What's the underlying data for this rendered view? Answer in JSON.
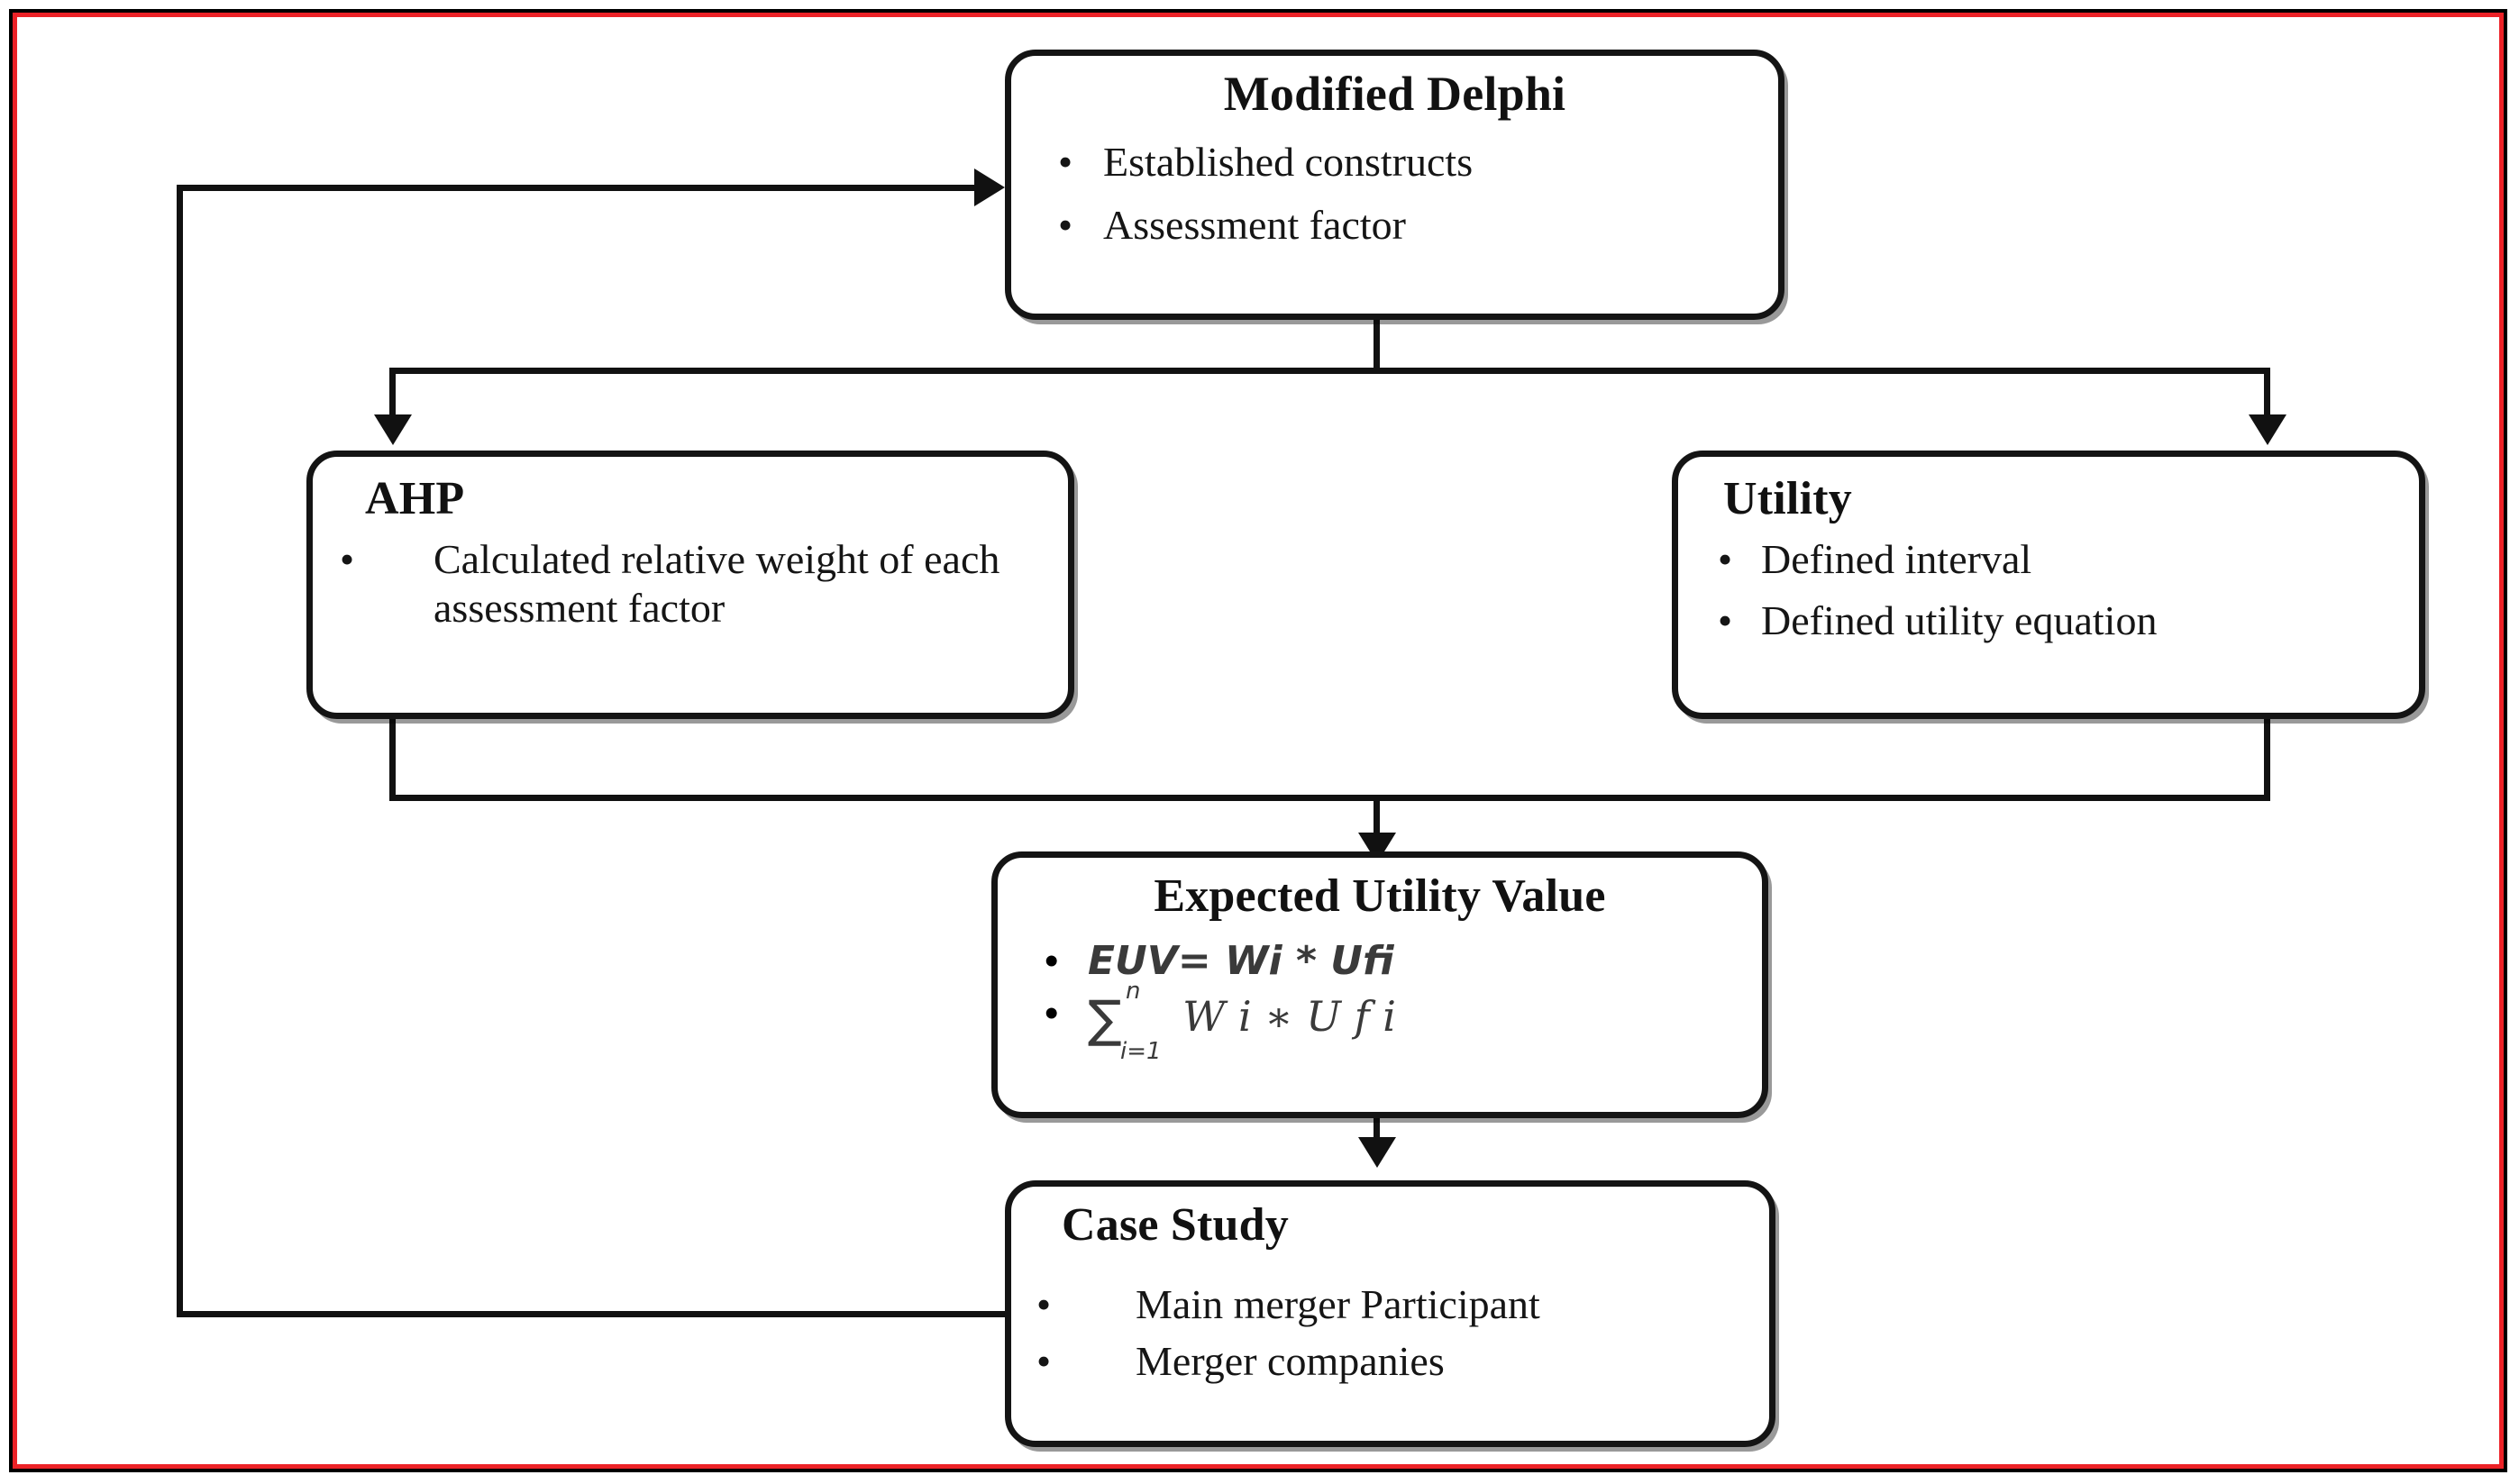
{
  "figure": {
    "type": "flowchart",
    "orientation": "top-to-bottom",
    "border_color": "#ec2227",
    "line_color": "#111111",
    "background": "#ffffff"
  },
  "nodes": {
    "delphi": {
      "title": "Modified Delphi",
      "bullets": [
        "Established constructs",
        "Assessment factor"
      ]
    },
    "ahp": {
      "title": "AHP",
      "bullets": [
        "Calculated relative weight of each assessment factor"
      ]
    },
    "utility": {
      "title": "Utility",
      "bullets": [
        "Defined interval",
        "Defined utility equation"
      ]
    },
    "euv": {
      "title": "Expected Utility Value",
      "formula_1": "EUV= Wi * Ufi",
      "formula_2": {
        "sigma": "∑",
        "superscript": "n",
        "subscript": "i=1",
        "expression": "W i  ∗ U f i"
      }
    },
    "case_study": {
      "title": "Case Study",
      "bullets": [
        "Main merger Participant",
        "Merger companies"
      ]
    }
  },
  "bullet_glyph": "•",
  "edges": [
    {
      "from": "delphi",
      "to": "ahp",
      "style": "split-arrow-down"
    },
    {
      "from": "delphi",
      "to": "utility",
      "style": "split-arrow-down"
    },
    {
      "from": "ahp",
      "to": "euv",
      "style": "merge-arrow-down"
    },
    {
      "from": "utility",
      "to": "euv",
      "style": "merge-arrow-down"
    },
    {
      "from": "euv",
      "to": "case_study",
      "style": "arrow-down"
    },
    {
      "from": "case_study",
      "to": "delphi",
      "style": "feedback-loop-left"
    }
  ]
}
